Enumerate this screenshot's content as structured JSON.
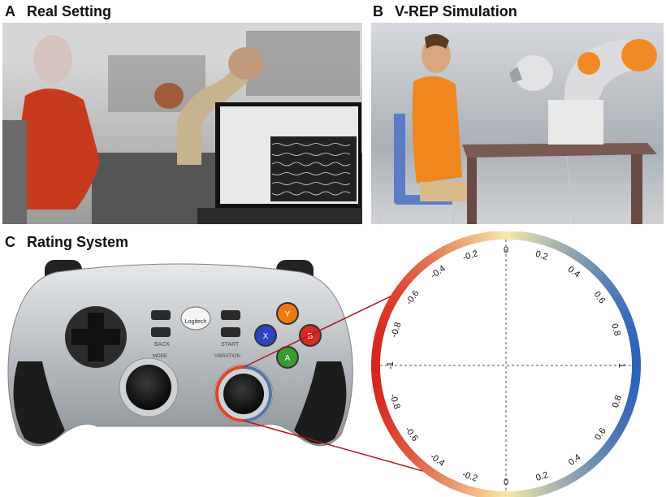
{
  "panels": {
    "a": {
      "letter": "A",
      "title": "Real Setting"
    },
    "b": {
      "letter": "B",
      "title": "V-REP Simulation"
    },
    "c": {
      "letter": "C",
      "title": "Rating System"
    }
  },
  "gamepad": {
    "brand": "Logitech",
    "back_label": "BACK",
    "start_label": "START",
    "mode_label": "MODE",
    "vibration_label": "VIBRATION",
    "buttons": {
      "y": "Y",
      "x": "X",
      "b": "B",
      "a": "A"
    }
  },
  "rating_dial": {
    "labels_left": [
      "0",
      "-0.2",
      "-0.4",
      "-0.6",
      "-0.8",
      "-1",
      "-0.8",
      "-0.6",
      "-0.4",
      "-0.2",
      "0"
    ],
    "labels_right": [
      "0.2",
      "0.4",
      "0.6",
      "0.8",
      "1",
      "0.8",
      "0.6",
      "0.4",
      "0.2"
    ],
    "colors": {
      "negative": "#d7261e",
      "neutral": "#f7e9a8",
      "positive": "#2c63b8"
    }
  }
}
